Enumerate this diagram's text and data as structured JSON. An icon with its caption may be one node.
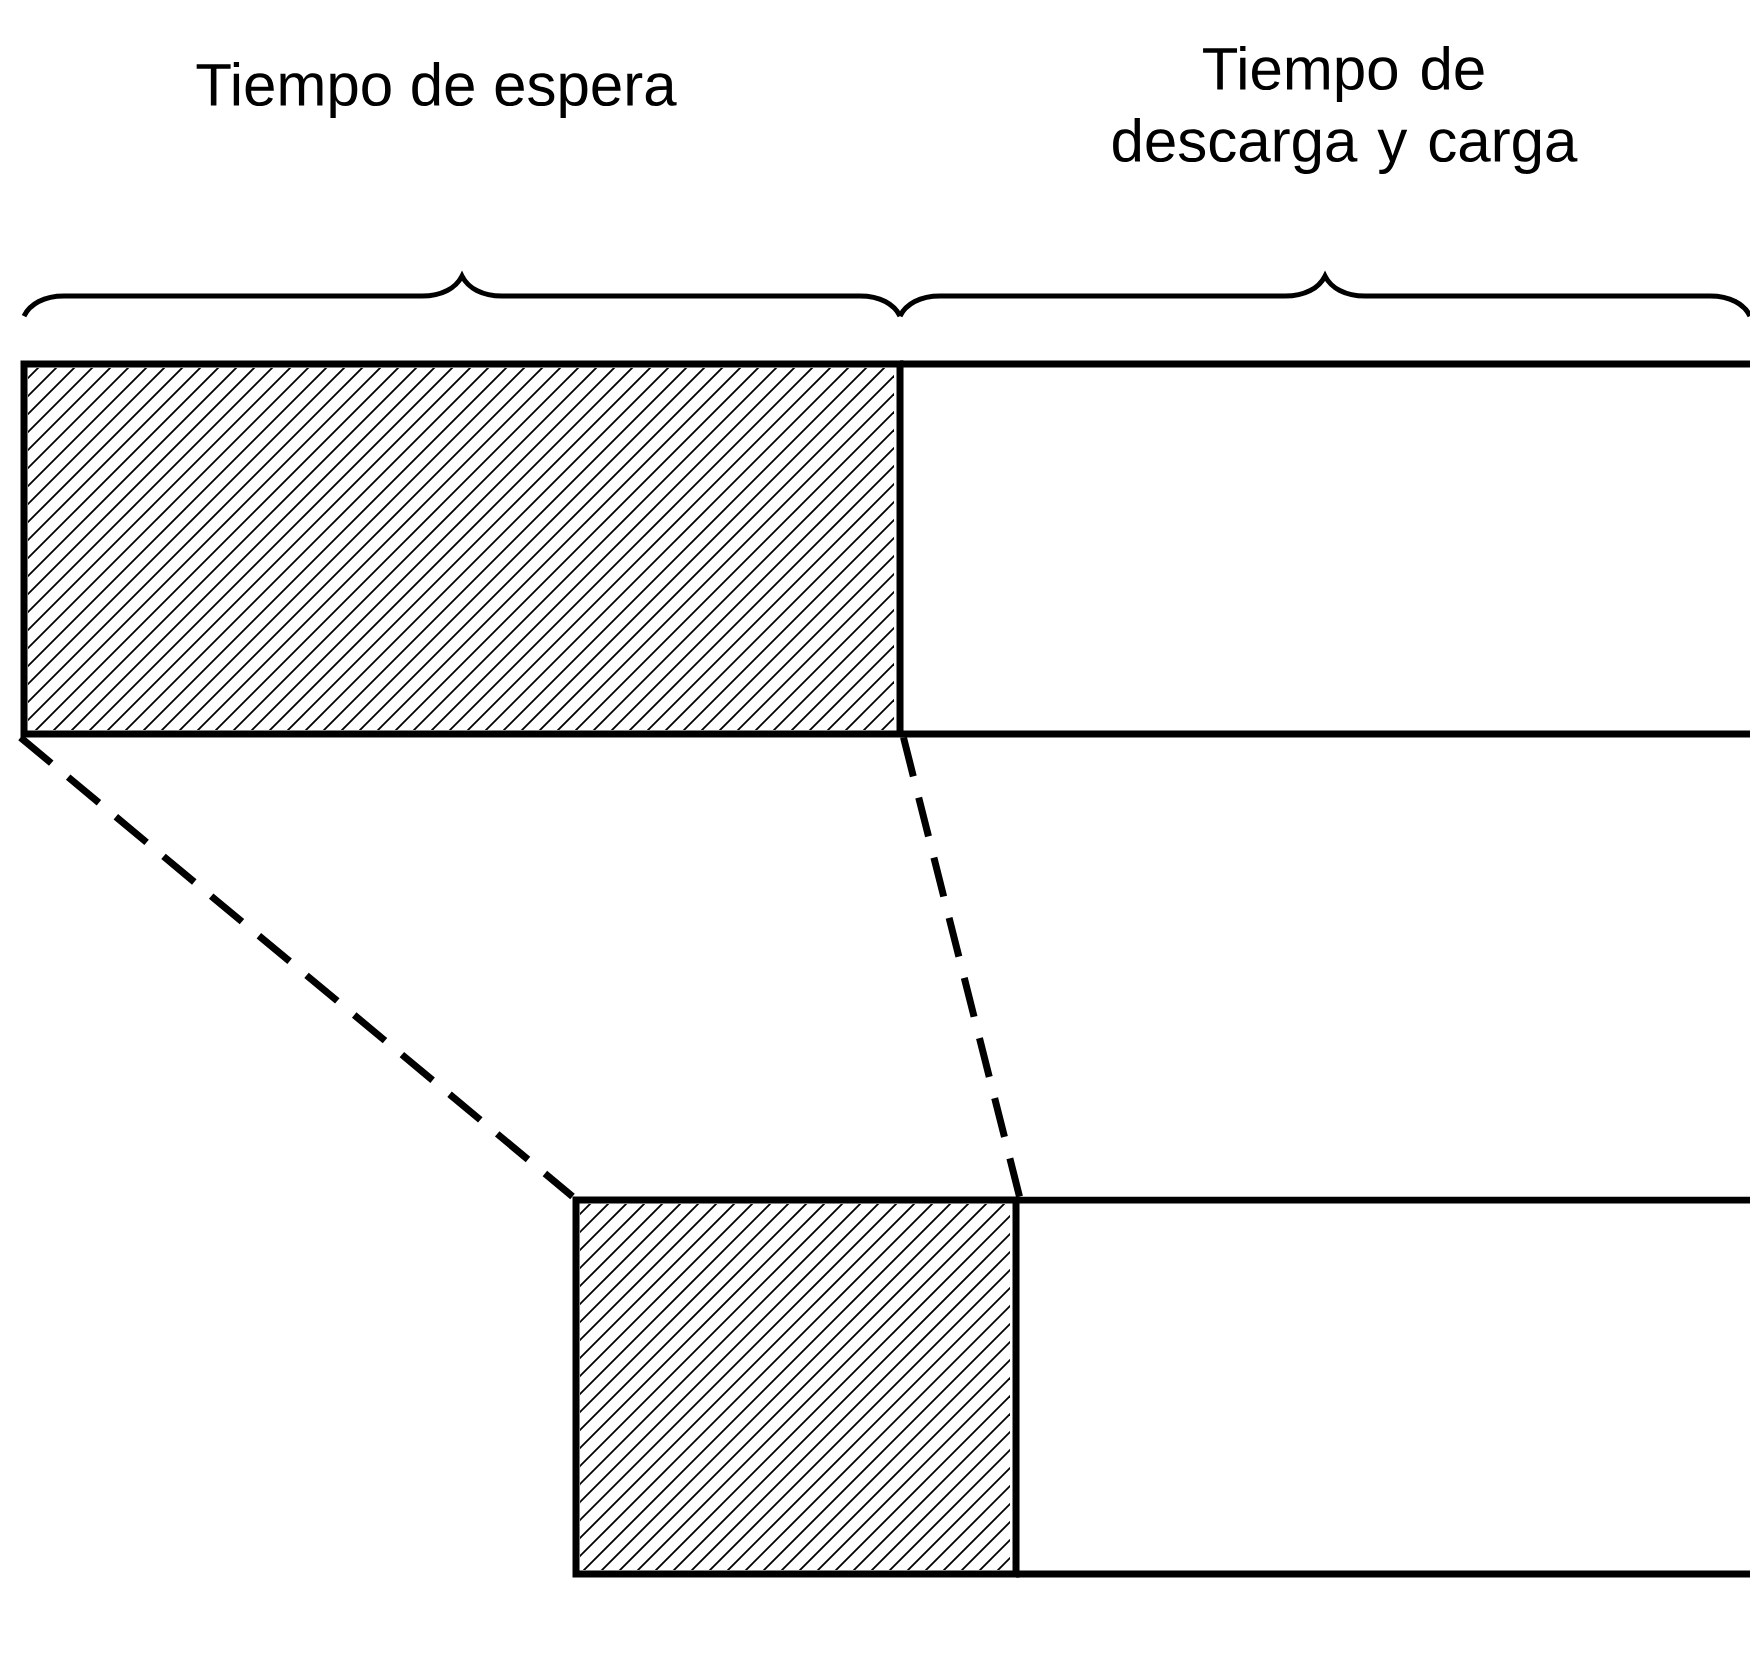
{
  "diagram": {
    "nodes": [
      {
        "text": [],
        "shape": "box"
      },
      {
        "text": [],
        "shape": "box"
      },
      {
        "text": [],
        "shape": "box"
      },
      {
        "text": [],
        "shape": "box"
      }
    ],
    "edges": [
      {
        "from": 0,
        "to": 2,
        "arrow": "none",
        "style": "dashed"
      },
      {
        "from": 0,
        "to": 2,
        "arrow": "none",
        "style": "dashed"
      }
    ],
    "labels": [
      "Tiempo de espera",
      "Tiempo de descarga y carga"
    ]
  }
}
